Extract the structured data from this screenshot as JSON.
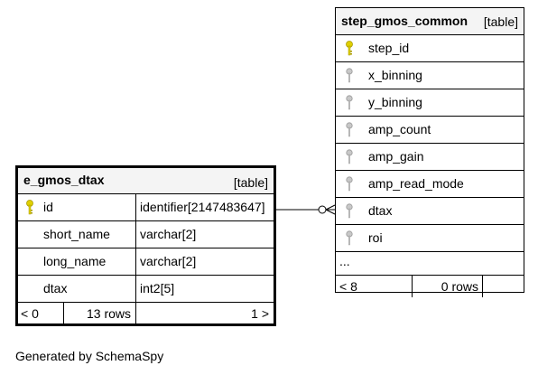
{
  "tables": {
    "step_gmos_common": {
      "name": "step_gmos_common",
      "kind": "[table]",
      "columns": [
        {
          "name": "step_id",
          "icon": "primary-key-icon"
        },
        {
          "name": "x_binning",
          "icon": "column-icon"
        },
        {
          "name": "y_binning",
          "icon": "column-icon"
        },
        {
          "name": "amp_count",
          "icon": "column-icon"
        },
        {
          "name": "amp_gain",
          "icon": "column-icon"
        },
        {
          "name": "amp_read_mode",
          "icon": "column-icon"
        },
        {
          "name": "dtax",
          "icon": "column-icon"
        },
        {
          "name": "roi",
          "icon": "column-icon"
        }
      ],
      "ellipsis": "...",
      "footer": {
        "left": "< 8",
        "rows": "0 rows"
      }
    },
    "e_gmos_dtax": {
      "name": "e_gmos_dtax",
      "kind": "[table]",
      "columns": [
        {
          "name": "id",
          "type": "identifier[2147483647]",
          "icon": "primary-key-icon"
        },
        {
          "name": "short_name",
          "type": "varchar[2]"
        },
        {
          "name": "long_name",
          "type": "varchar[2]"
        },
        {
          "name": "dtax",
          "type": "int2[5]"
        }
      ],
      "footer": {
        "left": "< 0",
        "rows": "13 rows",
        "right": "1 >"
      }
    }
  },
  "relationship": {
    "from": "e_gmos_dtax.id",
    "to": "step_gmos_common.dtax"
  },
  "colors": {
    "key_primary": "#e0d000",
    "key_other": "#c0c0c0",
    "header_bg": "#f4f4f4"
  },
  "generated": "Generated by SchemaSpy"
}
